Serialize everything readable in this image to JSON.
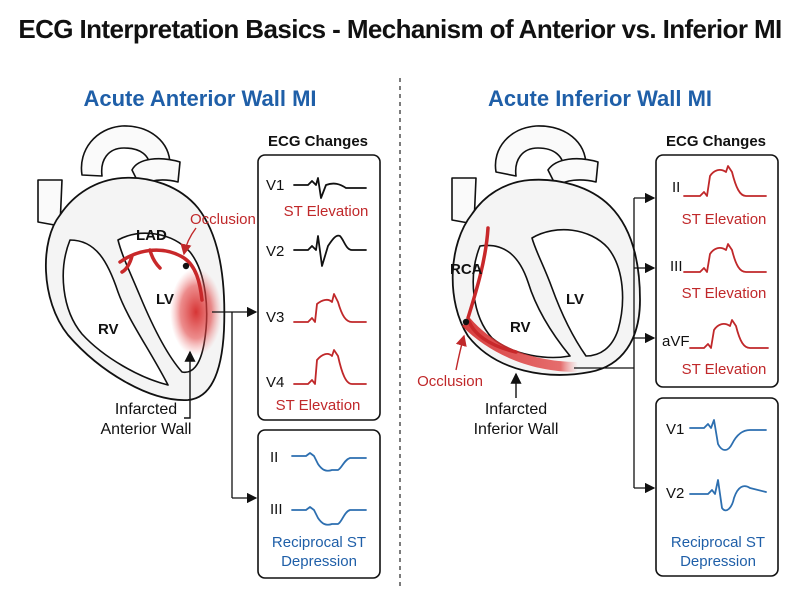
{
  "title": "ECG Interpretation Basics - Mechanism of Anterior vs. Inferior MI",
  "colors": {
    "red": "#c0282a",
    "blue": "#1f5fa8",
    "ink": "#111111"
  },
  "anterior": {
    "heading": "Acute Anterior Wall MI",
    "labels": {
      "artery": "LAD",
      "occlusion": "Occlusion",
      "lv": "LV",
      "rv": "RV"
    },
    "infarct_label": [
      "Infarcted",
      "Anterior Wall"
    ],
    "ecg_header": "ECG Changes",
    "elevation_leads": [
      "V1",
      "V2",
      "V3",
      "V4"
    ],
    "elevation_notes": [
      "ST Elevation",
      "ST Elevation"
    ],
    "reciprocal_leads": [
      "II",
      "III"
    ],
    "reciprocal_label": [
      "Reciprocal ST",
      "Depression"
    ]
  },
  "inferior": {
    "heading": "Acute Inferior Wall MI",
    "labels": {
      "artery": "RCA",
      "occlusion": "Occlusion",
      "lv": "LV",
      "rv": "RV"
    },
    "infarct_label": [
      "Infarcted",
      "Inferior Wall"
    ],
    "ecg_header": "ECG Changes",
    "elevation_leads": [
      "II",
      "III",
      "aVF"
    ],
    "elevation_notes": [
      "ST Elevation",
      "ST Elevation",
      "ST Elevation"
    ],
    "reciprocal_leads": [
      "V1",
      "V2"
    ],
    "reciprocal_label": [
      "Reciprocal ST",
      "Depression"
    ]
  }
}
